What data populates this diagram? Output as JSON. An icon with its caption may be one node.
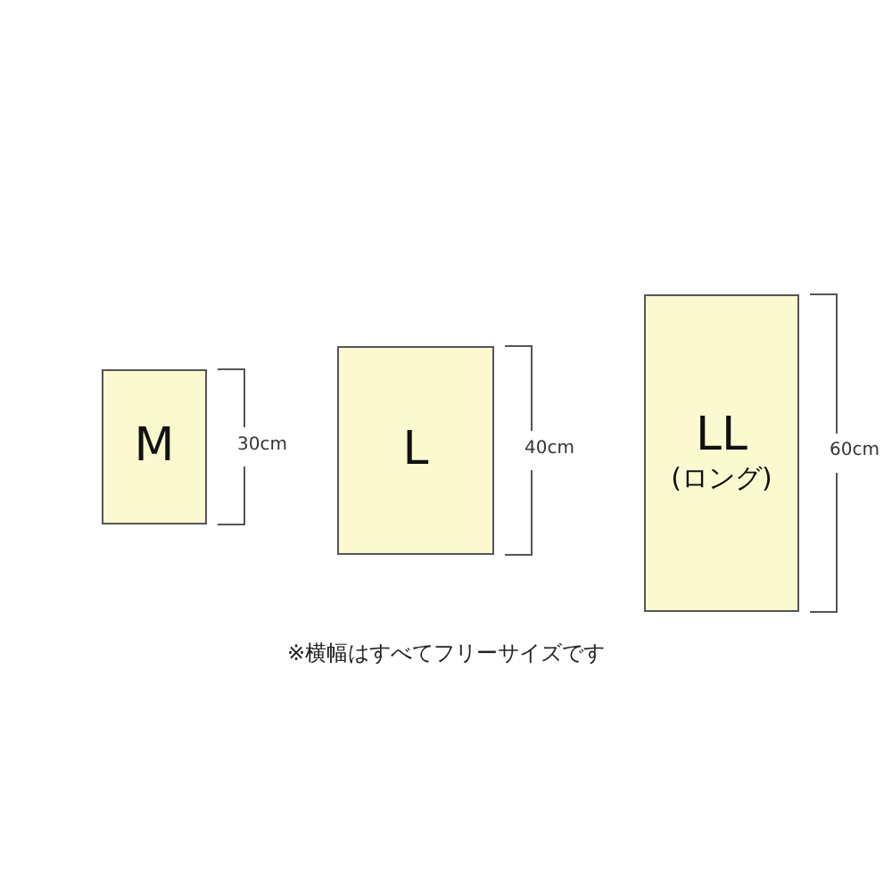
{
  "diagram": {
    "nodes": [
      {
        "text": [
          "M"
        ]
      },
      {
        "text": [
          "L"
        ]
      },
      {
        "text": [
          "LL",
          "(ロング)"
        ]
      }
    ],
    "labels": [
      "30cm",
      "40cm",
      "60cm",
      "※横幅はすべてフリーサイズです"
    ]
  }
}
